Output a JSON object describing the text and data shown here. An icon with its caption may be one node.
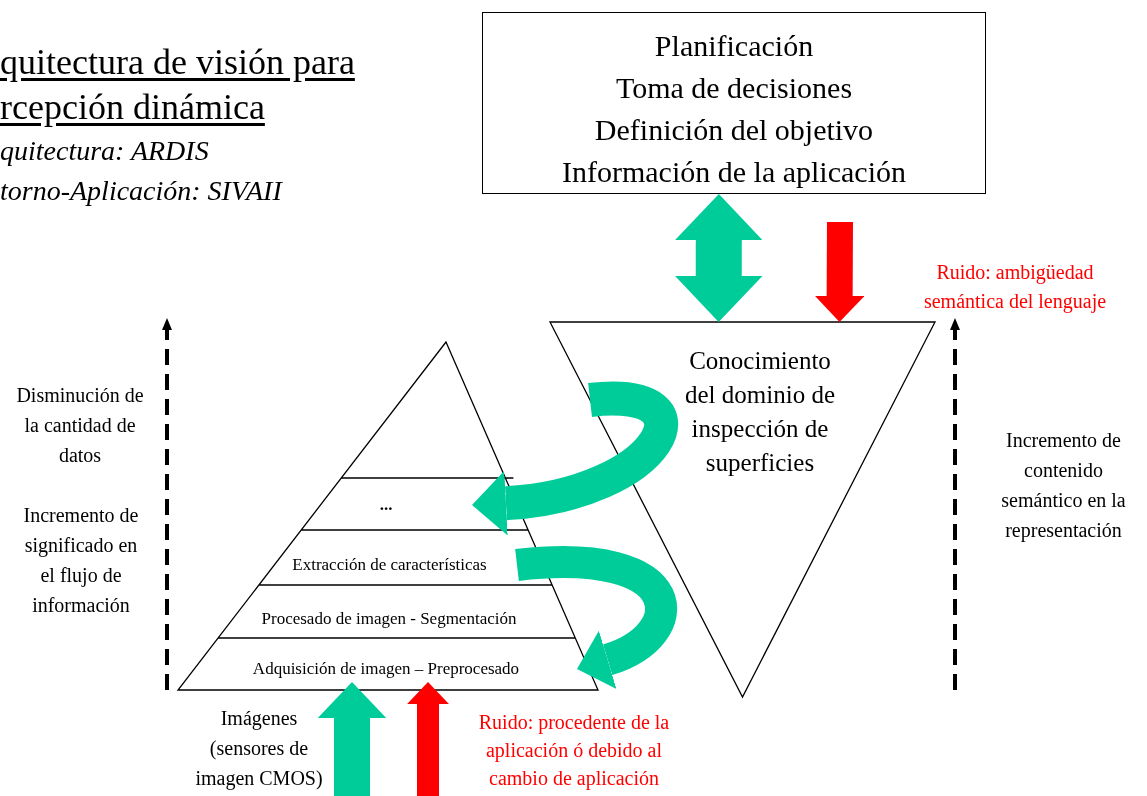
{
  "diagram": {
    "title": "quitectura de visión para rcepción dinámica",
    "nodes": [
      {
        "text": [
          "Planificación",
          "Toma de decisiones",
          "Definición del objetivo",
          "Información de la aplicación"
        ]
      },
      {
        "text": [],
        "shape": "triangle"
      },
      {
        "text": [
          "..."
        ],
        "in": 1
      },
      {
        "text": [
          "Extracción de características"
        ],
        "in": 1
      },
      {
        "text": [
          "Procesado de imagen - Segmentación"
        ],
        "in": 1
      },
      {
        "text": [
          "Adquisición de imagen – Preprocesado"
        ],
        "in": 1
      },
      {
        "text": [
          "Conocimiento del dominio de inspección de superficies"
        ]
      }
    ],
    "edges": [
      {
        "from": 0,
        "to": 6,
        "arrow": "both"
      },
      {
        "from": null,
        "to": 6,
        "arrow": "to",
        "color": "#ff0000"
      },
      {
        "from": 6,
        "to": 2,
        "arrow": "to"
      },
      {
        "from": 3,
        "to": 5,
        "arrow": "to"
      },
      {
        "from": null,
        "to": 5,
        "arrow": "to"
      },
      {
        "from": null,
        "to": 5,
        "arrow": "to",
        "color": "#ff0000"
      }
    ],
    "labels": [
      "quitectura: ARDIS",
      "torno-Aplicación: SIVAII",
      "Ruido: ambigüedad semántica del lenguaje",
      "Disminución de la cantidad de datos",
      "Incremento de contenido semántico en la representación",
      "Incremento de significado en el flujo de información",
      "Imágenes (sensores de imagen CMOS)",
      "Ruido: procedente de la aplicación ó debido al cambio de aplicación"
    ]
  }
}
